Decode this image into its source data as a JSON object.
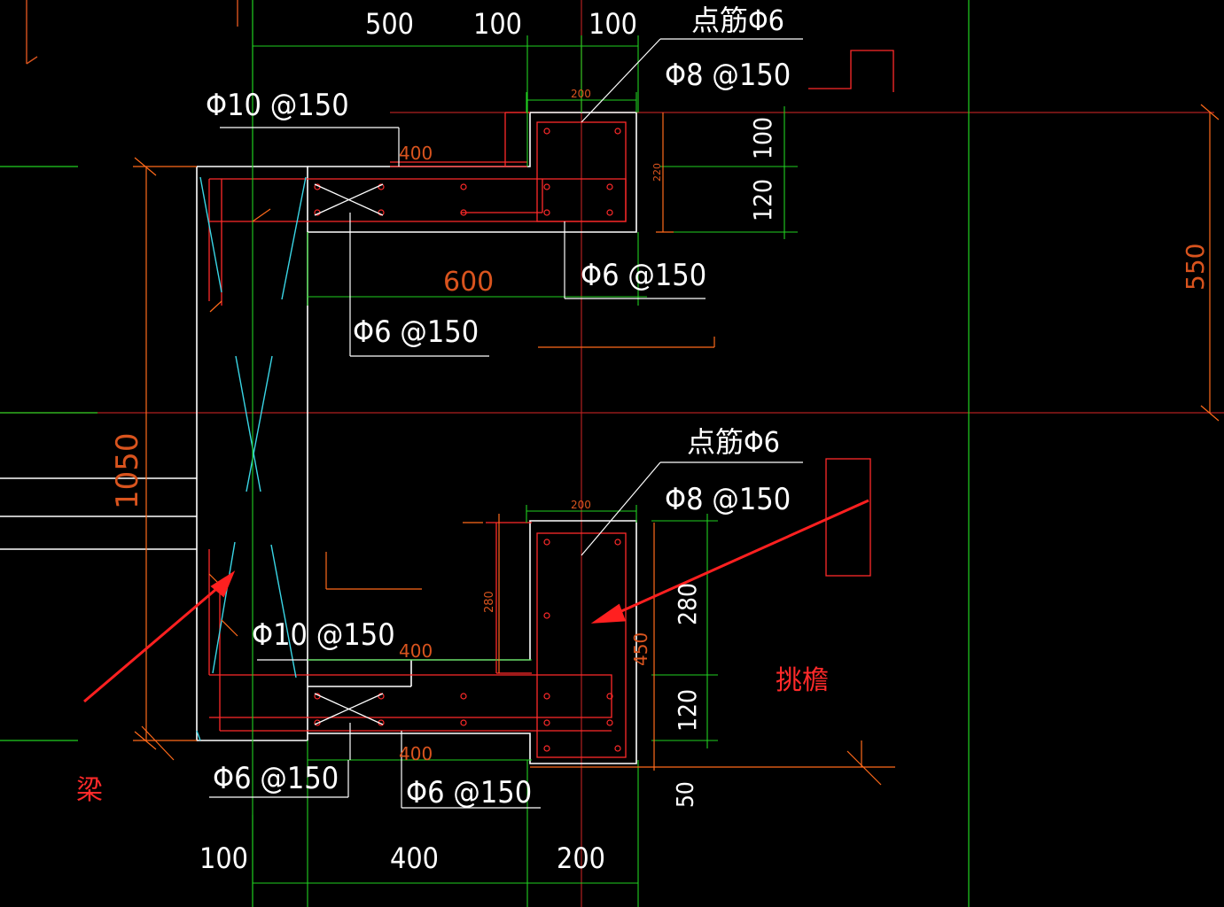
{
  "colors": {
    "background": "#000000",
    "concrete_outline": "#ffffff",
    "rebar": "#ff2a2a",
    "grid_line": "#b02020",
    "dimension": "#20d020",
    "dim_tick": "#ff6a1a",
    "orange_text": "#d9541e",
    "cyan": "#3ad6e6",
    "annotation_red": "#ff2020"
  },
  "labels": {
    "top_dims": [
      "500",
      "100",
      "100"
    ],
    "dianjin_top": "点筋Φ6",
    "phi8_top": "Φ8 @150",
    "phi10_top": "Φ10 @150",
    "dim_400_top": "400",
    "dim_200_top": "200",
    "dim_220": "220",
    "dim_100_right": "100",
    "dim_120_right_top": "120",
    "dim_600": "600",
    "phi6_top_right": "Φ6 @150",
    "phi6_top_mid": "Φ6 @150",
    "dim_550": "550",
    "dim_1050": "1050",
    "dianjin_bottom": "点筋Φ6",
    "phi8_bottom": "Φ8 @150",
    "dim_200_bottom": "200",
    "dim_280_small": "280",
    "dim_450": "450",
    "dim_280_right": "280",
    "dim_120_right_bottom": "120",
    "phi10_bottom": "Φ10 @150",
    "dim_400_bottom_upper": "400",
    "dim_400_bottom_lower": "400",
    "phi6_bottom_left": "Φ6 @150",
    "phi6_bottom_mid": "Φ6 @150",
    "dim_50": "50",
    "bottom_dims": [
      "100",
      "400",
      "200"
    ],
    "annotation_beam": "梁",
    "annotation_eave": "挑檐"
  }
}
